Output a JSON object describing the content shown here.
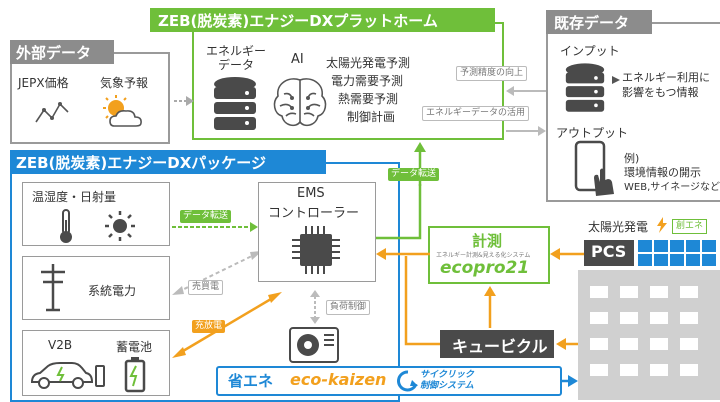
{
  "platform": {
    "title": "ZEB(脱炭素)エナジーDXプラットホーム",
    "energy_data": "エネルギー\nデータ",
    "ai": "AI",
    "functions": [
      "太陽光発電予測",
      "電力需要予測",
      "熱需要予測",
      "制御計画"
    ]
  },
  "external": {
    "title": "外部データ",
    "items": [
      "JEPX価格",
      "気象予報"
    ]
  },
  "existing": {
    "title": "既存データ",
    "input_label": "インプット",
    "input_desc": "エネルギー利用に\n影響をもつ情報",
    "output_label": "アウトプット",
    "output_desc_1": "例)",
    "output_desc_2": "環境情報の開示",
    "output_desc_3": "WEB,サイネージなど"
  },
  "arrows": {
    "accuracy": "予測精度の向上",
    "energy_use": "エネルギーデータの活用",
    "data_transfer": "データ転送",
    "data_transfer2": "データ転送",
    "trade": "売買電",
    "charge": "充放電",
    "load": "負荷制御"
  },
  "package": {
    "title": "ZEB(脱炭素)エナジーDXパッケージ",
    "sensor": "温湿度・日射量",
    "grid": "系統電力",
    "v2b": "V2B",
    "battery": "蓄電池"
  },
  "ems": {
    "line1": "EMS",
    "line2": "コントローラー"
  },
  "measure": {
    "title": "計測",
    "sub": "エネルギー計測&見える化システム",
    "brand": "ecopro21"
  },
  "cubicle": "キュービクル",
  "solar": {
    "label": "太陽光発電",
    "badge": "創エネ",
    "pcs": "PCS"
  },
  "eco": {
    "label": "省エネ",
    "brand": "eco-kaizen",
    "cyclic": "サイクリック\n制御システム"
  },
  "colors": {
    "green": "#6fbf3a",
    "gray": "#8c8c8c",
    "blue": "#1e88d6",
    "orange": "#f2a01e",
    "dark": "#4a4a4a"
  }
}
